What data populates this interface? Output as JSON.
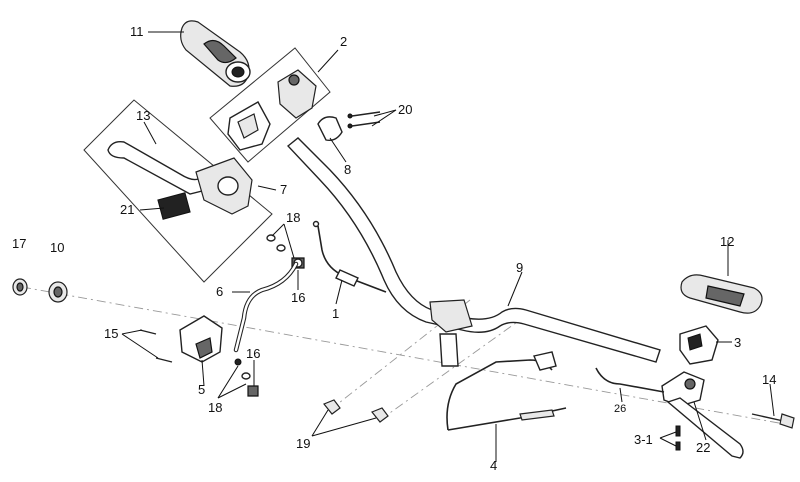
{
  "labels": {
    "p1": "1",
    "p2": "2",
    "p3": "3",
    "p3_1": "3-1",
    "p4": "4",
    "p5": "5",
    "p6": "6",
    "p7": "7",
    "p8": "8",
    "p9": "9",
    "p10": "10",
    "p11": "11",
    "p12": "12",
    "p13": "13",
    "p14": "14",
    "p15": "15",
    "p16a": "16",
    "p16b": "16",
    "p17": "17",
    "p18a": "18",
    "p18b": "18",
    "p19": "19",
    "p20": "20",
    "p21": "21",
    "p22": "22",
    "p26": "26"
  }
}
